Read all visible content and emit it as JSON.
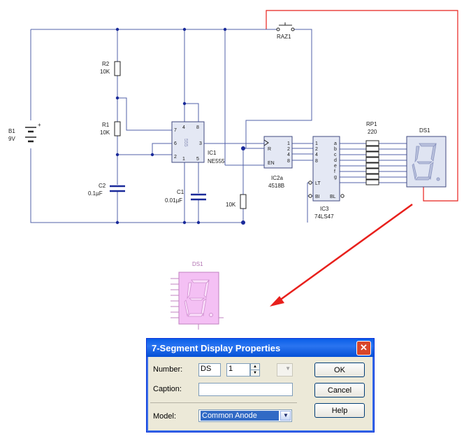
{
  "schematic": {
    "switch_label": "RAZ1",
    "battery": {
      "ref": "B1",
      "value": "9V"
    },
    "r2": {
      "ref": "R2",
      "value": "10K"
    },
    "r1": {
      "ref": "R1",
      "value": "10K"
    },
    "c2": {
      "ref": "C2",
      "value": "0.1µF"
    },
    "ic1": {
      "ref": "IC1",
      "value": "NE555",
      "body_text": "555",
      "pins": [
        "7",
        "4",
        "8",
        "6",
        "3",
        "2",
        "1",
        "5"
      ]
    },
    "c1": {
      "ref": "C1",
      "value": "0.01µF"
    },
    "r_pulldown": {
      "value": "10K"
    },
    "ic2": {
      "ref": "IC2a",
      "value": "4518B",
      "pins_left": [
        "R",
        "EN"
      ],
      "pins_right": [
        "1",
        "2",
        "4",
        "8"
      ]
    },
    "ic3": {
      "ref": "IC3",
      "value": "74LS47",
      "pins_left": [
        "1",
        "2",
        "4",
        "8",
        "LT",
        "BI"
      ],
      "pins_right": [
        "a",
        "b",
        "c",
        "d",
        "e",
        "f",
        "g",
        "BL"
      ]
    },
    "rp1": {
      "ref": "RP1",
      "value": "220"
    },
    "ds1": {
      "ref": "DS1"
    },
    "plus_sign": "+"
  },
  "preview": {
    "label": "DS1"
  },
  "dialog": {
    "title": "7-Segment Display Properties",
    "close_glyph": "✕",
    "number_label": "Number:",
    "number_prefix": "DS",
    "number_value": "1",
    "caption_label": "Caption:",
    "caption_value": "",
    "model_label": "Model:",
    "model_value": "Common Anode",
    "ok_label": "OK",
    "cancel_label": "Cancel",
    "help_label": "Help"
  },
  "colors": {
    "wire": "#5060a8",
    "annotation_red": "#e8201c",
    "preview_pink": "#f4c0f4",
    "titlebar": "#0a5fe8"
  }
}
